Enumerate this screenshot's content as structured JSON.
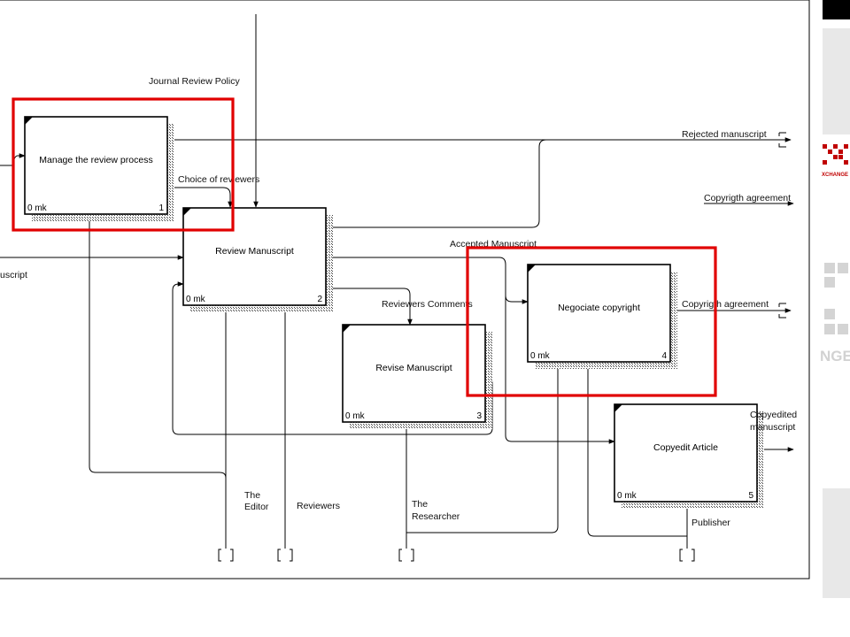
{
  "diagram": {
    "boxes": [
      {
        "id": "box-manage-review",
        "title": "Manage the review process",
        "cost": "0 mk",
        "number": "1"
      },
      {
        "id": "box-review-manuscript",
        "title": "Review Manuscript",
        "cost": "0 mk",
        "number": "2"
      },
      {
        "id": "box-revise-manuscript",
        "title": "Revise Manuscript",
        "cost": "0 mk",
        "number": "3"
      },
      {
        "id": "box-negociate-copyright",
        "title": "Negociate copyright",
        "cost": "0 mk",
        "number": "4"
      },
      {
        "id": "box-copyedit-article",
        "title": "Copyedit Article",
        "cost": "0 mk",
        "number": "5"
      }
    ],
    "labels": {
      "journal_policy": "Journal Review Policy",
      "rejected": "Rejected manuscript",
      "choice": "Choice of reviewers",
      "copyright_top": "Copyrigth agreement",
      "accepted": "Accepted Manuscript",
      "manuscript_left": "uscript",
      "reviewers_comments": "Reviewers Comments",
      "copyright_mid": "Copyrigth agreement",
      "copyedited_1": "Copyedited",
      "copyedited_2": "manuscript",
      "the_editor_1": "The",
      "the_editor_2": "Editor",
      "reviewers": "Reviewers",
      "the_researcher_1": "The",
      "the_researcher_2": "Researcher",
      "publisher": "Publisher"
    },
    "highlight_color": "#e10000"
  },
  "sidebar": {
    "brand_small": "XCHANGE",
    "brand_large": "NGE",
    "accent": "#c00000"
  }
}
